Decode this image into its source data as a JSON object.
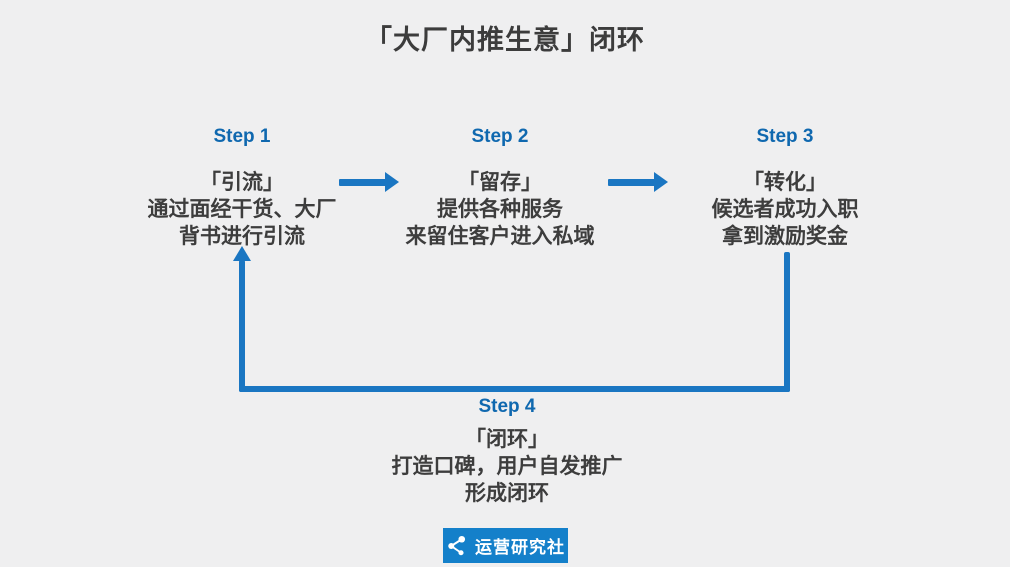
{
  "title": "「大厂内推生意」闭环",
  "colors": {
    "background": "#efeff0",
    "title_text": "#3c3c3c",
    "body_text": "#3d3d3d",
    "step_label_blue": "#0f68af",
    "arrow_blue": "#1a76c2",
    "logo_background": "#1480ca",
    "logo_text": "#ffffff"
  },
  "steps": [
    {
      "label": "Step 1",
      "title": "「引流」",
      "lines": [
        "通过面经干货、大厂",
        "背书进行引流"
      ]
    },
    {
      "label": "Step 2",
      "title": "「留存」",
      "lines": [
        "提供各种服务",
        "来留住客户进入私域"
      ]
    },
    {
      "label": "Step 3",
      "title": "「转化」",
      "lines": [
        "候选者成功入职",
        "拿到激励奖金"
      ]
    },
    {
      "label": "Step 4",
      "title": "「闭环」",
      "lines": [
        "打造口碑，用户自发推广",
        "形成闭环"
      ]
    }
  ],
  "logo": {
    "text": "运营研究社",
    "icon": "share-nodes-icon"
  }
}
